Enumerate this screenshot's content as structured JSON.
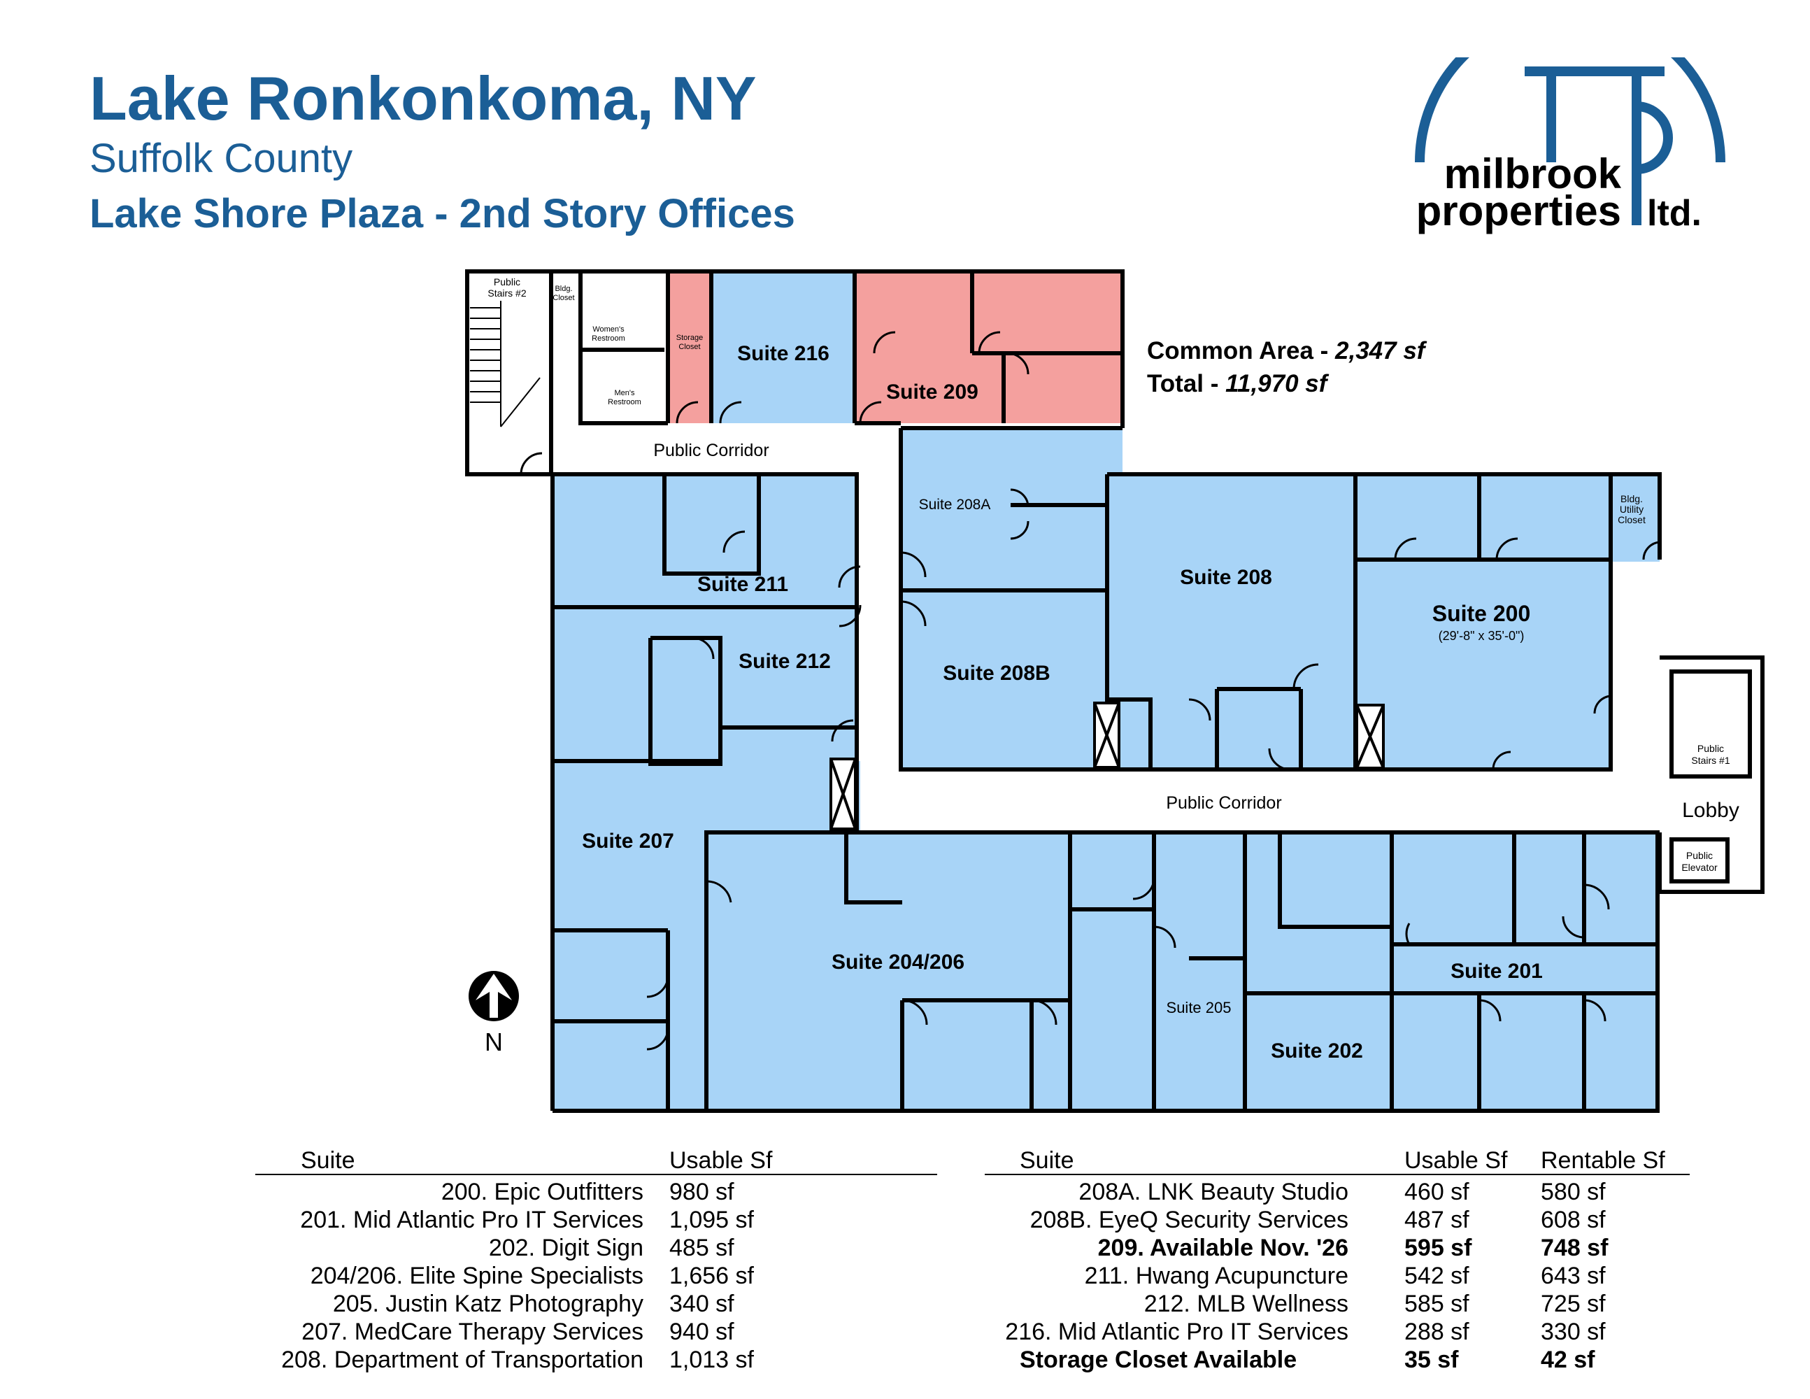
{
  "header": {
    "city": "Lake Ronkonkoma, NY",
    "county": "Suffolk County",
    "building": "Lake Shore Plaza - 2nd Story Offices"
  },
  "logo": {
    "line1": "milbrook",
    "line2": "properties",
    "suffix": "ltd.",
    "color": "#1b5e96"
  },
  "area_summary": {
    "common_label": "Common Area - ",
    "common_value": "2,347 sf",
    "total_label": "Total - ",
    "total_value": "11,970 sf"
  },
  "colors": {
    "occupied": "#a8d4f7",
    "available": "#f4a09e",
    "wall": "#000000",
    "brand": "#1b5e96"
  },
  "plan": {
    "suites": {
      "s216": "Suite 216",
      "s209": "Suite 209",
      "s208a": "Suite 208A",
      "s211": "Suite 211",
      "s212": "Suite 212",
      "s208b": "Suite 208B",
      "s208": "Suite 208",
      "s200": "Suite 200",
      "s200_dims": "(29'-8\" x 35'-0\")",
      "s207": "Suite 207",
      "s204": "Suite 204/206",
      "s205": "Suite 205",
      "s202": "Suite 202",
      "s201": "Suite 201"
    },
    "rooms": {
      "stairs2_l1": "Public",
      "stairs2_l2": "Stairs #2",
      "bldg_closet_l1": "Bldg.",
      "bldg_closet_l2": "Closet",
      "womens_l1": "Women's",
      "womens_l2": "Restroom",
      "mens_l1": "Men's",
      "mens_l2": "Restroom",
      "storage_l1": "Storage",
      "storage_l2": "Closet",
      "utility_l1": "Bldg.",
      "utility_l2": "Utility",
      "utility_l3": "Closet",
      "stairs1_l1": "Public",
      "stairs1_l2": "Stairs #1",
      "elevator_l1": "Public",
      "elevator_l2": "Elevator",
      "lobby": "Lobby",
      "corridor_top": "Public Corridor",
      "corridor_mid": "Public Corridor"
    },
    "compass": "N"
  },
  "table_left": {
    "header_suite": "Suite",
    "header_usable": "Usable Sf",
    "rows": [
      {
        "suite": "200. Epic Outfitters",
        "usable": "980 sf"
      },
      {
        "suite": "201. Mid Atlantic Pro IT Services",
        "usable": "1,095 sf"
      },
      {
        "suite": "202. Digit Sign",
        "usable": "485 sf"
      },
      {
        "suite": "204/206. Elite Spine Specialists",
        "usable": "1,656 sf"
      },
      {
        "suite": "205. Justin Katz Photography",
        "usable": "340 sf"
      },
      {
        "suite": "207. MedCare Therapy Services",
        "usable": "940 sf"
      },
      {
        "suite": "208. Department of Transportation",
        "usable": "1,013 sf"
      }
    ]
  },
  "table_right": {
    "header_suite": "Suite",
    "header_usable": "Usable Sf",
    "header_rentable": "Rentable Sf",
    "rows": [
      {
        "suite": "208A. LNK Beauty Studio",
        "usable": "460 sf",
        "rentable": "580 sf"
      },
      {
        "suite": "208B. EyeQ Security Services",
        "usable": "487 sf",
        "rentable": "608 sf"
      },
      {
        "suite": "209. Available Nov. '26",
        "usable": "595 sf",
        "rentable": "748 sf"
      },
      {
        "suite": "211. Hwang Acupuncture",
        "usable": "542 sf",
        "rentable": "643 sf"
      },
      {
        "suite": "212. MLB Wellness",
        "usable": "585 sf",
        "rentable": "725 sf"
      },
      {
        "suite": "216. Mid Atlantic Pro IT Services",
        "usable": "288 sf",
        "rentable": "330 sf"
      },
      {
        "suite": "Storage Closet Available",
        "usable": "35 sf",
        "rentable": "42 sf"
      }
    ]
  }
}
